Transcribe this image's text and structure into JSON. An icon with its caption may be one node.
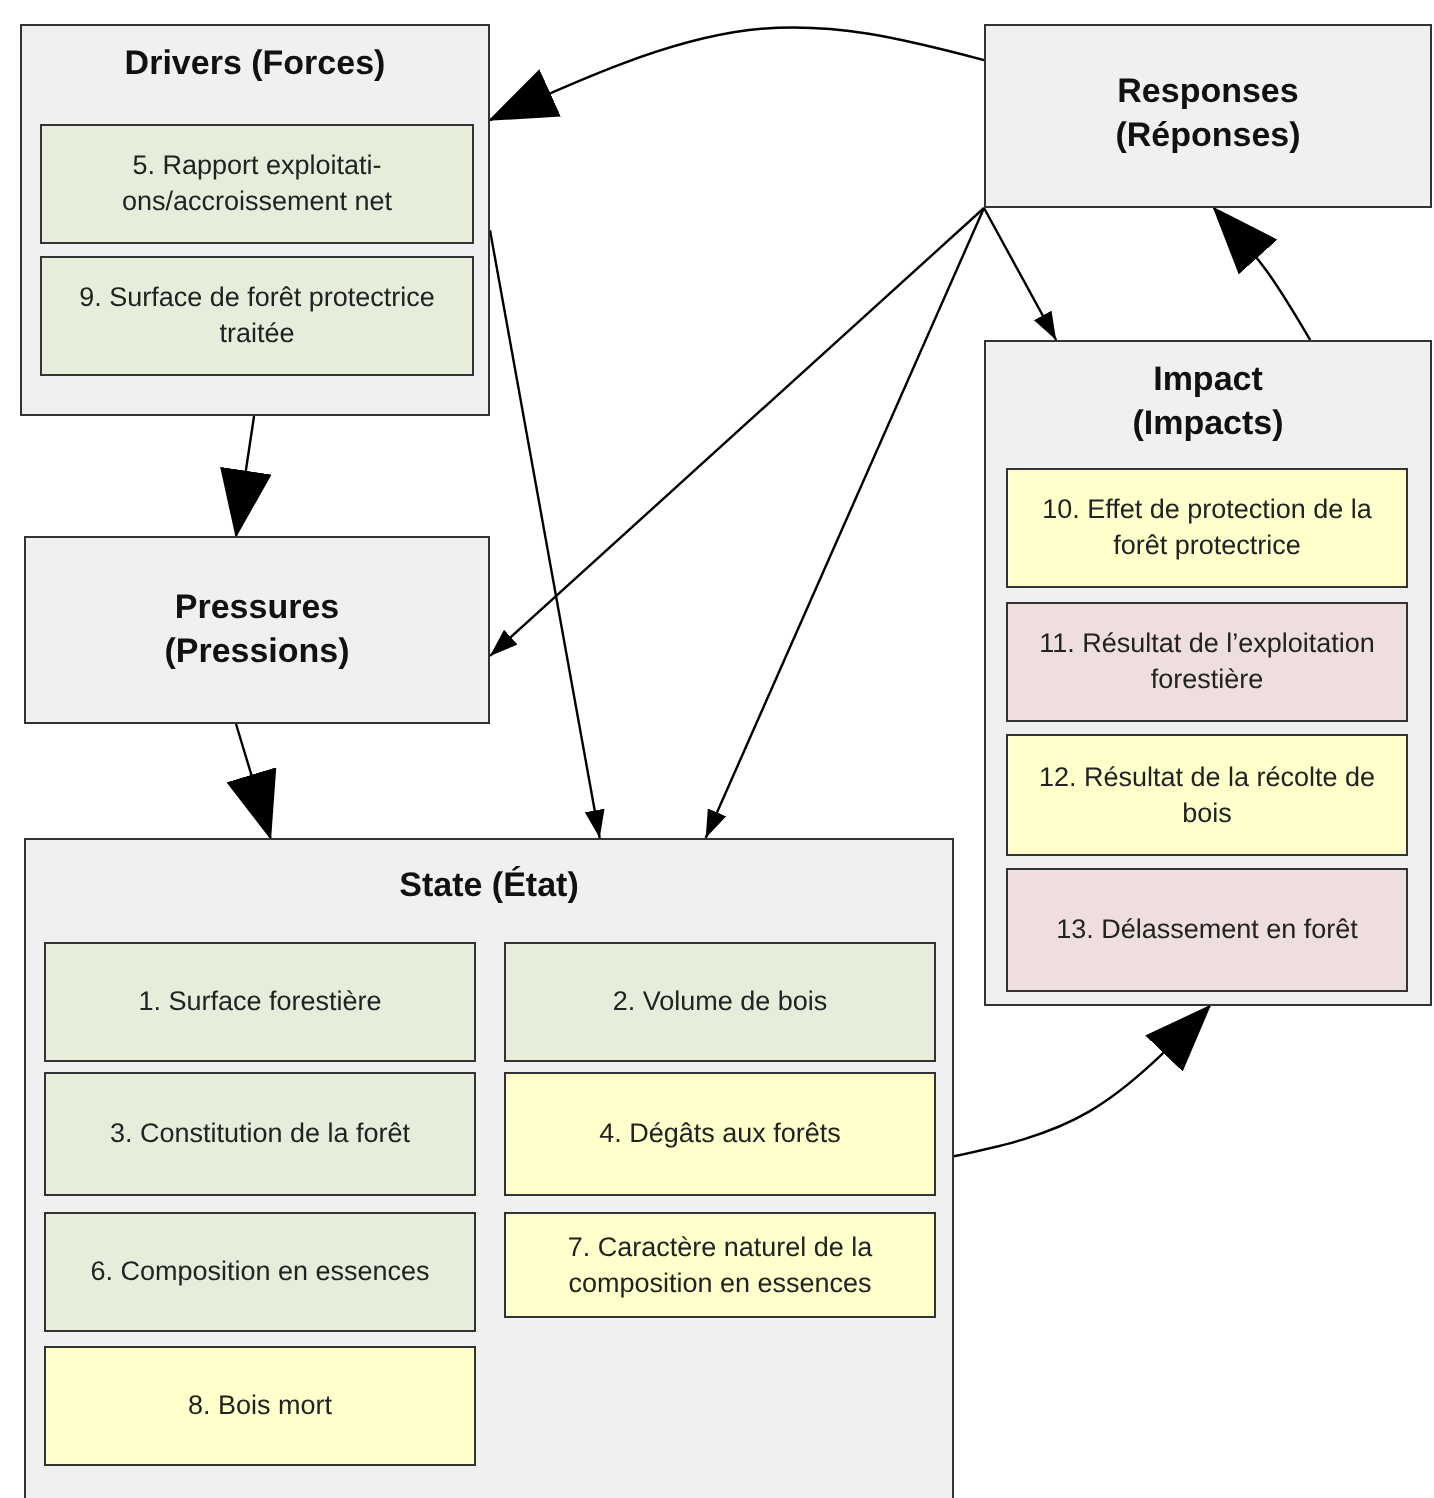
{
  "diagram": {
    "nodes": [
      {
        "text": [
          "Drivers (Forces)"
        ]
      },
      {
        "text": [
          "5. Rapport exploitati- ons/accroissement net"
        ],
        "in": 0
      },
      {
        "text": [
          "9. Surface de forêt protectrice traitée"
        ],
        "in": 0
      },
      {
        "text": [
          "Responses (Réponses)"
        ]
      },
      {
        "text": [
          "Impact (Impacts)"
        ]
      },
      {
        "text": [
          "10. Effet de protection de la forêt protectrice"
        ],
        "in": 4
      },
      {
        "text": [
          "11. Résultat de l’exploitation forestière"
        ],
        "in": 4
      },
      {
        "text": [
          "12. Résultat de la récolte de bois"
        ],
        "in": 4
      },
      {
        "text": [
          "13. Délassement en forêt"
        ],
        "in": 4
      },
      {
        "text": [
          "Pressures (Pressions)"
        ]
      },
      {
        "text": [
          "State (État)"
        ]
      },
      {
        "text": [
          "1. Surface forestière"
        ],
        "in": 10
      },
      {
        "text": [
          "2. Volume de bois"
        ],
        "in": 10
      },
      {
        "text": [
          "3. Constitution de la forêt"
        ],
        "in": 10
      },
      {
        "text": [
          "4. Dégâts aux forêts"
        ],
        "in": 10
      },
      {
        "text": [
          "6. Composition en essences"
        ],
        "in": 10
      },
      {
        "text": [
          "7. Caractère naturel de la composition en essences"
        ],
        "in": 10
      },
      {
        "text": [
          "8. Bois mort"
        ],
        "in": 10
      }
    ],
    "edges": [
      {
        "from": 3,
        "to": 0,
        "arrow": "to"
      },
      {
        "from": 0,
        "to": 9,
        "arrow": "to"
      },
      {
        "from": 9,
        "to": 10,
        "arrow": "to"
      },
      {
        "from": 10,
        "to": 4,
        "arrow": "to"
      },
      {
        "from": 4,
        "to": 3,
        "arrow": "to"
      },
      {
        "from": 3,
        "to": 4,
        "arrow": "to"
      },
      {
        "from": 3,
        "to": 9,
        "arrow": "to"
      },
      {
        "from": 3,
        "to": 10,
        "arrow": "to"
      },
      {
        "from": 0,
        "to": 10,
        "arrow": "to"
      }
    ]
  }
}
